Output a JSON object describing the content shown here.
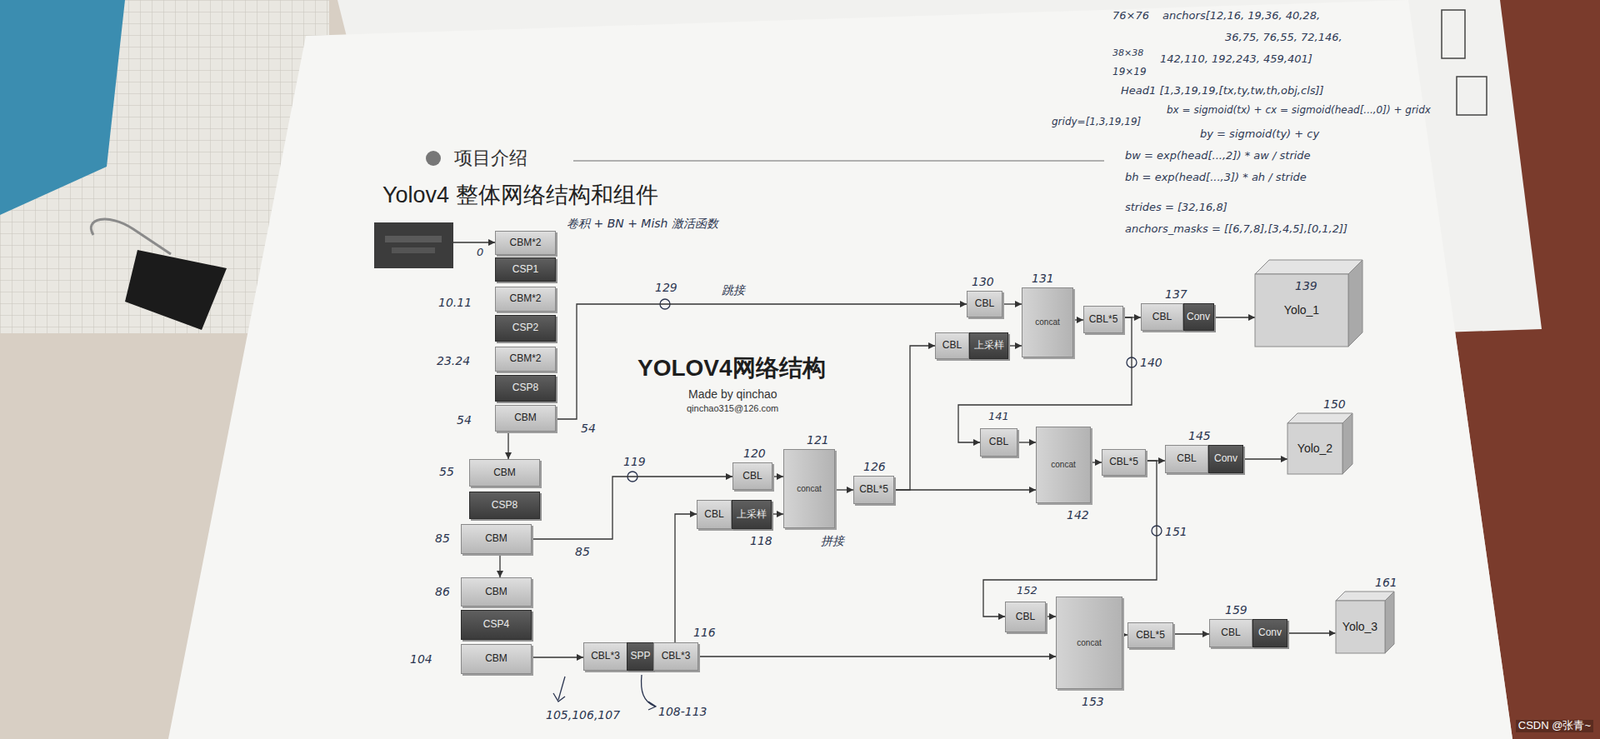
{
  "diagram": {
    "title": "Yolov4 整体网络结构和组件",
    "nodes": [
      {
        "text": [
          "CBM*2"
        ]
      },
      {
        "text": [
          "CSP1"
        ]
      },
      {
        "text": [
          "CBM*2"
        ]
      },
      {
        "text": [
          "CSP2"
        ]
      },
      {
        "text": [
          "CBM*2"
        ]
      },
      {
        "text": [
          "CSP8"
        ]
      },
      {
        "text": [
          "CBM"
        ]
      },
      {
        "text": [
          "CBM"
        ]
      },
      {
        "text": [
          "CSP8"
        ]
      },
      {
        "text": [
          "CBM"
        ]
      },
      {
        "text": [
          "CBM"
        ]
      },
      {
        "text": [
          "CSP4"
        ]
      },
      {
        "text": [
          "CBM"
        ]
      },
      {
        "text": [
          "CBL*3"
        ]
      },
      {
        "text": [
          "SPP"
        ]
      },
      {
        "text": [
          "CBL*3"
        ]
      },
      {
        "text": [
          "CBL"
        ]
      },
      {
        "text": [
          "CBL"
        ]
      },
      {
        "text": [
          "上采样"
        ]
      },
      {
        "text": [
          "concat"
        ]
      },
      {
        "text": [
          "CBL*5"
        ]
      },
      {
        "text": [
          "CBL"
        ]
      },
      {
        "text": [
          "CBL"
        ]
      },
      {
        "text": [
          "上采样"
        ]
      },
      {
        "text": [
          "concat"
        ]
      },
      {
        "text": [
          "CBL*5"
        ]
      },
      {
        "text": [
          "CBL"
        ]
      },
      {
        "text": [
          "Conv"
        ]
      },
      {
        "text": [
          "Yolo_1"
        ]
      },
      {
        "text": [
          "CBL"
        ]
      },
      {
        "text": [
          "concat"
        ]
      },
      {
        "text": [
          "CBL*5"
        ]
      },
      {
        "text": [
          "CBL"
        ]
      },
      {
        "text": [
          "Conv"
        ]
      },
      {
        "text": [
          "Yolo_2"
        ]
      },
      {
        "text": [
          "CBL"
        ]
      },
      {
        "text": [
          "concat"
        ]
      },
      {
        "text": [
          "CBL*5"
        ]
      },
      {
        "text": [
          "CBL"
        ]
      },
      {
        "text": [
          "Conv"
        ]
      },
      {
        "text": [
          "Yolo_3"
        ]
      }
    ],
    "edges": [
      {
        "from": 6,
        "to": 7,
        "arrow": "to"
      },
      {
        "from": 9,
        "to": 10,
        "arrow": "to"
      },
      {
        "from": 12,
        "to": 13,
        "arrow": "to"
      },
      {
        "from": 6,
        "to": 21,
        "arrow": "to"
      },
      {
        "from": 9,
        "to": 16,
        "arrow": "to"
      },
      {
        "from": 15,
        "to": 17,
        "arrow": "to"
      },
      {
        "from": 18,
        "to": 19,
        "arrow": "to"
      },
      {
        "from": 16,
        "to": 19,
        "arrow": "to"
      },
      {
        "from": 19,
        "to": 20,
        "arrow": "to"
      },
      {
        "from": 20,
        "to": 22,
        "arrow": "to"
      },
      {
        "from": 20,
        "to": 30,
        "arrow": "to"
      },
      {
        "from": 21,
        "to": 24,
        "arrow": "to"
      },
      {
        "from": 23,
        "to": 24,
        "arrow": "to"
      },
      {
        "from": 24,
        "to": 25,
        "arrow": "to"
      },
      {
        "from": 25,
        "to": 26,
        "arrow": "to"
      },
      {
        "from": 27,
        "to": 28,
        "arrow": "to"
      },
      {
        "from": 25,
        "to": 29,
        "arrow": "to"
      },
      {
        "from": 29,
        "to": 30,
        "arrow": "to"
      },
      {
        "from": 30,
        "to": 31,
        "arrow": "to"
      },
      {
        "from": 31,
        "to": 32,
        "arrow": "to"
      },
      {
        "from": 33,
        "to": 34,
        "arrow": "to"
      },
      {
        "from": 31,
        "to": 35,
        "arrow": "to"
      },
      {
        "from": 35,
        "to": 36,
        "arrow": "to"
      },
      {
        "from": 15,
        "to": 36,
        "arrow": "to"
      },
      {
        "from": 36,
        "to": 37,
        "arrow": "to"
      },
      {
        "from": 37,
        "to": 38,
        "arrow": "to"
      },
      {
        "from": 39,
        "to": 40,
        "arrow": "to"
      }
    ],
    "labels": [
      "项目介绍",
      "YOLOV4网络结构",
      "Made by qinchao",
      "qinchao315@126.com",
      "卷积 + BN + Mish 激活函数",
      "0",
      "10.11",
      "23.24",
      "54",
      "55",
      "85",
      "86",
      "104",
      "105,106,107",
      "108-113",
      "116",
      "118",
      "119",
      "120",
      "121",
      "拼接",
      "126",
      "129",
      "跳接",
      "54",
      "85",
      "130",
      "131",
      "137",
      "139",
      "140",
      "141",
      "142",
      "145",
      "150",
      "151",
      "152",
      "153",
      "159",
      "161",
      "76×76",
      "anchors[12,16, 19,36, 40,28,",
      "36,75, 76,55, 72,146,",
      "38×38",
      "142,110, 192,243, 459,401]",
      "19×19",
      "Head1 [1,3,19,19,[tx,ty,tw,th,obj,cls]]",
      "gridy=[1,3,19,19]",
      "bx = sigmoid(tx) + cx = sigmoid(head[...,0]) + gridx",
      "by = sigmoid(ty) + cy",
      "bw = exp(head[...,2]) * aw / stride",
      "bh = exp(head[...,3]) * ah / stride",
      "strides = [32,16,8]",
      "anchors_masks = [[6,7,8],[3,4,5],[0,1,2]]",
      "CSDN @张青~"
    ]
  }
}
